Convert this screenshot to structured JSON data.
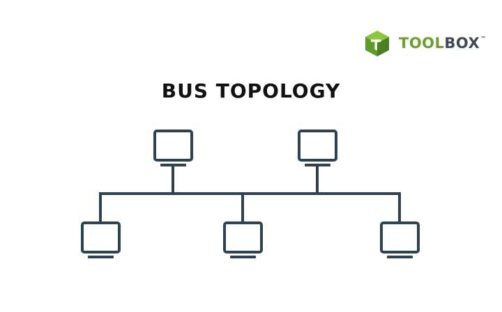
{
  "brand": {
    "logo_part1": "TOOL",
    "logo_part2": "BOX",
    "trademark": "™",
    "green": "#6b9e2a",
    "gray": "#3f4a54"
  },
  "title": "BUS TOPOLOGY",
  "diagram": {
    "line_color": "#2e4250",
    "nodes": [
      {
        "id": "top-left",
        "icon": "monitor-icon"
      },
      {
        "id": "top-right",
        "icon": "monitor-icon"
      },
      {
        "id": "bottom-left",
        "icon": "monitor-icon"
      },
      {
        "id": "bottom-center",
        "icon": "monitor-icon"
      },
      {
        "id": "bottom-right",
        "icon": "monitor-icon"
      }
    ]
  }
}
